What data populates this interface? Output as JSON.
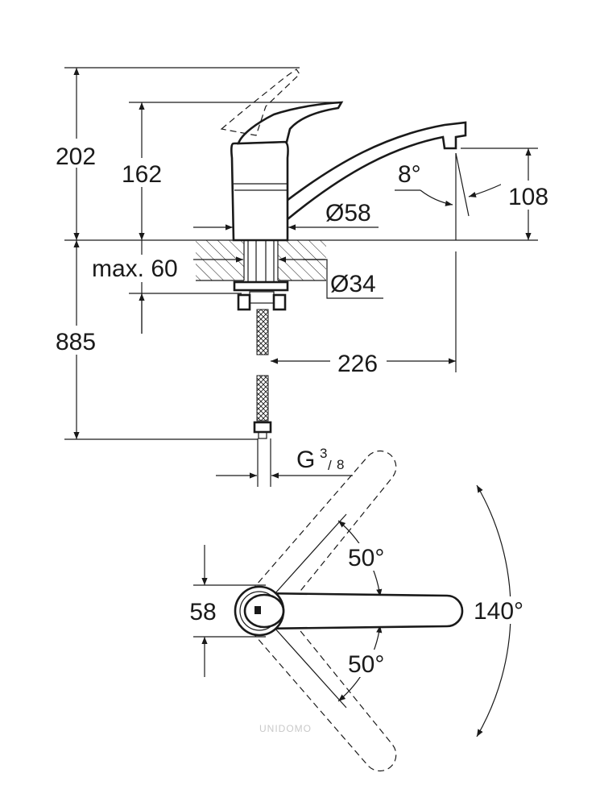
{
  "dimensions": {
    "total_height": "202",
    "spout_height": "162",
    "base_diameter": "Ø58",
    "outlet_height": "108",
    "outlet_angle": "8°",
    "max_thickness": "max. 60",
    "hole_diameter": "Ø34",
    "hose_length": "885",
    "reach": "226",
    "thread_prefix": "G",
    "thread_num": "3",
    "thread_den": "8",
    "top_width": "58",
    "swivel_left": "50°",
    "swivel_right": "50°",
    "swivel_total": "140°"
  },
  "watermark": "UNIDOMO"
}
